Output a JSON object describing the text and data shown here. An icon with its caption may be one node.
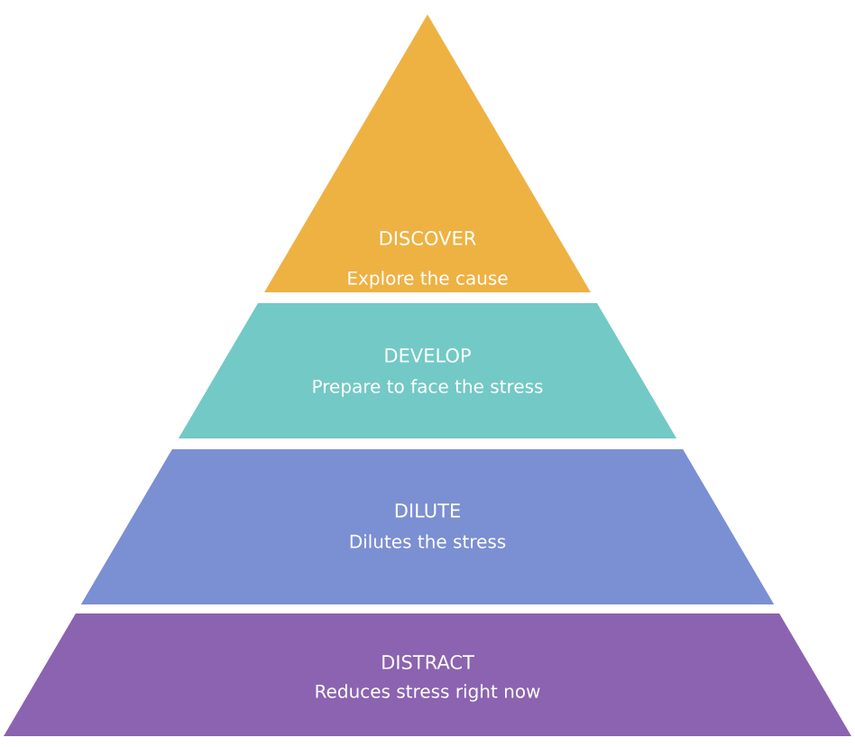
{
  "diagram": {
    "nodes": [
      {
        "text": [
          "DISCOVER",
          "Explore the cause"
        ]
      },
      {
        "text": [
          "DEVELOP",
          "Prepare to face the stress"
        ]
      },
      {
        "text": [
          "DILUTE",
          "Dilutes the stress"
        ]
      },
      {
        "text": [
          "DISTRACT",
          "Reduces stress right now"
        ]
      }
    ]
  }
}
